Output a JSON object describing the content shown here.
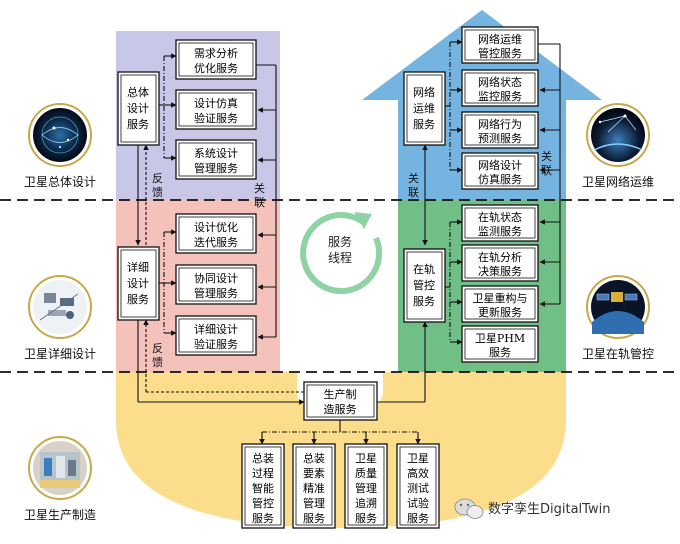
{
  "phases": {
    "overall_design": "卫星总体设计",
    "detailed_design": "卫星详细设计",
    "production": "卫星生产制造",
    "network_ops": "卫星网络运维",
    "onorbit": "卫星在轨管控"
  },
  "center": {
    "line1": "服务",
    "line2": "线程"
  },
  "left_labels": {
    "feedback_top_1": "反",
    "feedback_top_2": "馈",
    "feedback_bottom_1": "反",
    "feedback_bottom_2": "馈",
    "assoc_1": "关",
    "assoc_2": "联"
  },
  "right_labels": {
    "assoc_left_1": "关",
    "assoc_left_2": "联",
    "assoc_right_1": "关",
    "assoc_right_2": "联"
  },
  "main_blocks": {
    "overall": [
      "总体",
      "设计",
      "服务"
    ],
    "detailed": [
      "详细",
      "设计",
      "服务"
    ],
    "manufacture": [
      "生产制",
      "造服务"
    ],
    "network": [
      "网络",
      "运维",
      "服务"
    ],
    "onorbit": [
      "在轨",
      "管控",
      "服务"
    ]
  },
  "overall_services": [
    [
      "需求分析",
      "优化服务"
    ],
    [
      "设计仿真",
      "验证服务"
    ],
    [
      "系统设计",
      "管理服务"
    ]
  ],
  "detailed_services": [
    [
      "设计优化",
      "迭代服务"
    ],
    [
      "协同设计",
      "管理服务"
    ],
    [
      "详细设计",
      "验证服务"
    ]
  ],
  "network_services": [
    [
      "网络运维",
      "管控服务"
    ],
    [
      "网络状态",
      "监控服务"
    ],
    [
      "网络行为",
      "预测服务"
    ],
    [
      "网络设计",
      "仿真服务"
    ]
  ],
  "onorbit_services": [
    [
      "在轨状态",
      "监测服务"
    ],
    [
      "在轨分析",
      "决策服务"
    ],
    [
      "卫星重构与",
      "更新服务"
    ],
    [
      "卫星PHM",
      "服务"
    ]
  ],
  "production_services": [
    [
      "总装",
      "过程",
      "智能",
      "管控",
      "服务"
    ],
    [
      "总装",
      "要素",
      "精准",
      "管理",
      "服务"
    ],
    [
      "卫星",
      "质量",
      "管理",
      "追溯",
      "服务"
    ],
    [
      "卫星",
      "高效",
      "测试",
      "试验",
      "服务"
    ]
  ],
  "watermark": "数字孪生DigitalTwin",
  "colors": {
    "purple_zone": "#c9c7e8",
    "pink_zone": "#f4c2bb",
    "yellow_zone": "#fbdd8c",
    "blue_arrow": "#75b3e0",
    "green_zone": "#6fbf86",
    "cycle_green": "#8fd3a4"
  }
}
